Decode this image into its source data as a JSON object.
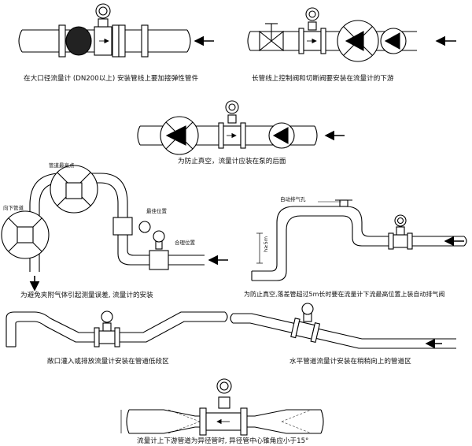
{
  "captions": {
    "c1": "在大口径流量计 (DN200以上) 安装管线上要加接弹性管件",
    "c2": "长管线上控制阀和切断阀要安装在流量计的下游",
    "c3": "为防止真空，流量计应装在泵的后面",
    "c4": "为避免夹附气体引起测量误差, 流量计的安装",
    "c5": "为防止真空,落差管超过5m长时要在流量计下流最高位置上装自动排气阀",
    "c6": "敞口灌入或排放流量计安装在管道低段区",
    "c7": "水平管道流量计安装在稍稍向上的管道区",
    "c8": "流量计上下游管道为异径管时, 异径管中心锥角应小于15°"
  },
  "labels": {
    "highest_point": "管道最高点",
    "downward": "向下管道",
    "best_position": "最佳位置",
    "good_position": "合理位置",
    "auto_vent": "自动排气孔",
    "drop_height": "h≥5m"
  },
  "icons": [
    "flow-arrow-icon",
    "pump-icon",
    "valve-icon",
    "flowmeter-icon",
    "cross-out-icon"
  ]
}
